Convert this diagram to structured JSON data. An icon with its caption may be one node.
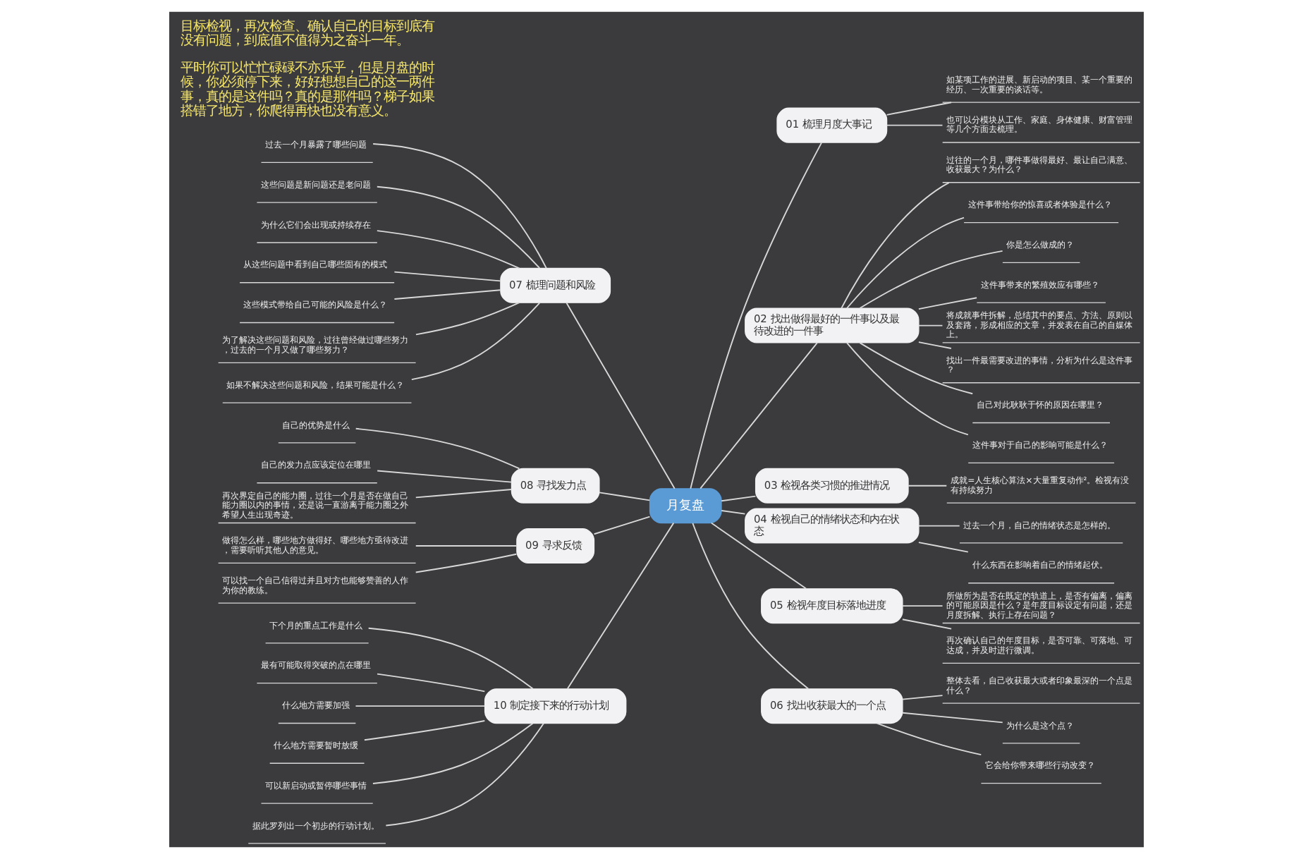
{
  "diagram": {
    "nodes": [
      {
        "text": [
          "月复盘"
        ]
      },
      {
        "text": [
          "01 梳理月度大事记"
        ]
      },
      {
        "text": [
          "如某项工作的进展、新启动的项目、某一个重要的经历、一次重要的谈话等。"
        ]
      },
      {
        "text": [
          "也可以分模块从工作、家庭、身体健康、财富管理等几个方面去梳理。"
        ]
      },
      {
        "text": [
          "02 找出做得最好的一件事以及最待改进的一件事"
        ]
      },
      {
        "text": [
          "过往的一个月，哪件事做得最好、最让自己满意、收获最大？为什么？"
        ]
      },
      {
        "text": [
          "这件事带给你的惊喜或者体验是什么？"
        ]
      },
      {
        "text": [
          "你是怎么做成的？"
        ]
      },
      {
        "text": [
          "这件事带来的繁殖效应有哪些？"
        ]
      },
      {
        "text": [
          "将成就事件拆解，总结其中的要点、方法、原则以及套路，形成相应的文章，并发表在自己的自媒体上。"
        ]
      },
      {
        "text": [
          "找出一件最需要改进的事情，分析为什么是这件事？"
        ]
      },
      {
        "text": [
          "自己对此耿耿于怀的原因在哪里？"
        ]
      },
      {
        "text": [
          "这件事对于自己的影响可能是什么？"
        ]
      },
      {
        "text": [
          "03 检视各类习惯的推进情况"
        ]
      },
      {
        "text": [
          "成就=人生核心算法×大量重复动作²。检视有没有持续努力"
        ]
      },
      {
        "text": [
          "04 检视自己的情绪状态和内在状态"
        ]
      },
      {
        "text": [
          "过去一个月，自己的情绪状态是怎样的。"
        ]
      },
      {
        "text": [
          "什么东西在影响着自己的情绪起伏。"
        ]
      },
      {
        "text": [
          "05 检视年度目标落地进度"
        ]
      },
      {
        "text": [
          "所做所为是否在既定的轨道上，是否有偏离，偏离的可能原因是什么？是年度目标设定有问题，还是月度拆解、执行上存在问题？"
        ]
      },
      {
        "text": [
          "再次确认自己的年度目标，是否可靠、可落地、可达成，并及时进行微调。"
        ]
      },
      {
        "text": [
          "06 找出收获最大的一个点"
        ]
      },
      {
        "text": [
          "整体去看，自己收获最大或者印象最深的一个点是什么？"
        ]
      },
      {
        "text": [
          "为什么是这个点？"
        ]
      },
      {
        "text": [
          "它会给你带来哪些行动改变？"
        ]
      },
      {
        "text": [
          "07 梳理问题和风险"
        ]
      },
      {
        "text": [
          "过去一个月暴露了哪些问题"
        ]
      },
      {
        "text": [
          "这些问题是新问题还是老问题"
        ]
      },
      {
        "text": [
          "为什么它们会出现或持续存在"
        ]
      },
      {
        "text": [
          "从这些问题中看到自己哪些固有的模式"
        ]
      },
      {
        "text": [
          "这些模式带给自己可能的风险是什么？"
        ]
      },
      {
        "text": [
          "为了解决这些问题和风险，过往曾经做过哪些努力，过去的一个月又做了哪些努力？"
        ]
      },
      {
        "text": [
          "如果不解决这些问题和风险，结果可能是什么？"
        ]
      },
      {
        "text": [
          "08 寻找发力点"
        ]
      },
      {
        "text": [
          "自己的优势是什么"
        ]
      },
      {
        "text": [
          "自己的发力点应该定位在哪里"
        ]
      },
      {
        "text": [
          "再次界定自己的能力圈，过往一个月是否在做自己能力圈以内的事情，还是说一直游离于能力圈之外希望人生出现奇迹。"
        ]
      },
      {
        "text": [
          "09 寻求反馈"
        ]
      },
      {
        "text": [
          "做得怎么样，哪些地方做得好、哪些地方亟待改进，需要听听其他人的意见。"
        ]
      },
      {
        "text": [
          "可以找一个自己信得过并且对方也能够赞善的人作为你的教练。"
        ]
      },
      {
        "text": [
          "10 制定接下来的行动计划"
        ]
      },
      {
        "text": [
          "下个月的重点工作是什么"
        ]
      },
      {
        "text": [
          "最有可能取得突破的点在哪里"
        ]
      },
      {
        "text": [
          "什么地方需要加强"
        ]
      },
      {
        "text": [
          "什么地方需要暂时放缓"
        ]
      },
      {
        "text": [
          "可以新启动或暂停哪些事情"
        ]
      },
      {
        "text": [
          "据此罗列出一个初步的行动计划。"
        ]
      }
    ],
    "edges": [
      {
        "from": 0,
        "to": 1,
        "arrow": "none"
      },
      {
        "from": 1,
        "to": 2,
        "arrow": "none"
      },
      {
        "from": 1,
        "to": 3,
        "arrow": "none"
      },
      {
        "from": 0,
        "to": 4,
        "arrow": "none"
      },
      {
        "from": 4,
        "to": 5,
        "arrow": "none"
      },
      {
        "from": 4,
        "to": 6,
        "arrow": "none"
      },
      {
        "from": 4,
        "to": 7,
        "arrow": "none"
      },
      {
        "from": 4,
        "to": 8,
        "arrow": "none"
      },
      {
        "from": 4,
        "to": 9,
        "arrow": "none"
      },
      {
        "from": 4,
        "to": 10,
        "arrow": "none"
      },
      {
        "from": 4,
        "to": 11,
        "arrow": "none"
      },
      {
        "from": 4,
        "to": 12,
        "arrow": "none"
      },
      {
        "from": 0,
        "to": 13,
        "arrow": "none"
      },
      {
        "from": 13,
        "to": 14,
        "arrow": "none"
      },
      {
        "from": 0,
        "to": 15,
        "arrow": "none"
      },
      {
        "from": 15,
        "to": 16,
        "arrow": "none"
      },
      {
        "from": 15,
        "to": 17,
        "arrow": "none"
      },
      {
        "from": 0,
        "to": 18,
        "arrow": "none"
      },
      {
        "from": 18,
        "to": 19,
        "arrow": "none"
      },
      {
        "from": 18,
        "to": 20,
        "arrow": "none"
      },
      {
        "from": 0,
        "to": 21,
        "arrow": "none"
      },
      {
        "from": 21,
        "to": 22,
        "arrow": "none"
      },
      {
        "from": 21,
        "to": 23,
        "arrow": "none"
      },
      {
        "from": 21,
        "to": 24,
        "arrow": "none"
      },
      {
        "from": 0,
        "to": 25,
        "arrow": "none"
      },
      {
        "from": 25,
        "to": 26,
        "arrow": "none"
      },
      {
        "from": 25,
        "to": 27,
        "arrow": "none"
      },
      {
        "from": 25,
        "to": 28,
        "arrow": "none"
      },
      {
        "from": 25,
        "to": 29,
        "arrow": "none"
      },
      {
        "from": 25,
        "to": 30,
        "arrow": "none"
      },
      {
        "from": 25,
        "to": 31,
        "arrow": "none"
      },
      {
        "from": 25,
        "to": 32,
        "arrow": "none"
      },
      {
        "from": 0,
        "to": 33,
        "arrow": "none"
      },
      {
        "from": 33,
        "to": 34,
        "arrow": "none"
      },
      {
        "from": 33,
        "to": 35,
        "arrow": "none"
      },
      {
        "from": 33,
        "to": 36,
        "arrow": "none"
      },
      {
        "from": 0,
        "to": 37,
        "arrow": "none"
      },
      {
        "from": 37,
        "to": 38,
        "arrow": "none"
      },
      {
        "from": 37,
        "to": 39,
        "arrow": "none"
      },
      {
        "from": 0,
        "to": 40,
        "arrow": "none"
      },
      {
        "from": 40,
        "to": 41,
        "arrow": "none"
      },
      {
        "from": 40,
        "to": 42,
        "arrow": "none"
      },
      {
        "from": 40,
        "to": 43,
        "arrow": "none"
      },
      {
        "from": 40,
        "to": 44,
        "arrow": "none"
      },
      {
        "from": 40,
        "to": 45,
        "arrow": "none"
      },
      {
        "from": 40,
        "to": 46,
        "arrow": "none"
      }
    ],
    "labels": [
      "平时你可以忙忙碌碌不亦乐乎，但是月盘的时候，你必须停下来，好好想想自己的这一两件事，真的是这件吗？真的是那件吗？梯子如果搭错了地方，你爬得再快也没有意义。",
      "目标检视，再次检查、确认自己的目标到底有没有问题，到底值不值得为之奋斗一年。"
    ]
  }
}
